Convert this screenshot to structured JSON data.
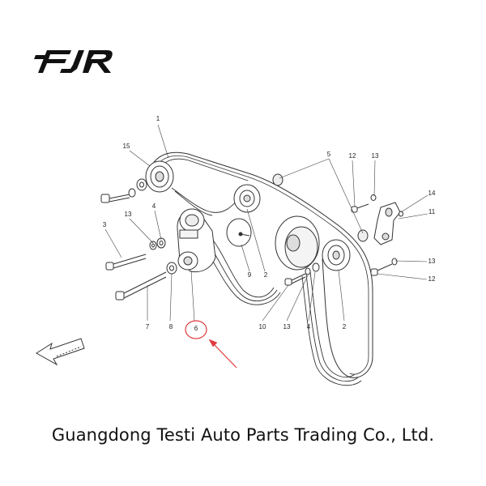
{
  "brand": {
    "logo_text": "FJR"
  },
  "diagram": {
    "callouts": [
      {
        "id": "c1",
        "label": "1"
      },
      {
        "id": "c15",
        "label": "15"
      },
      {
        "id": "c5",
        "label": "5"
      },
      {
        "id": "c12a",
        "label": "12"
      },
      {
        "id": "c13a",
        "label": "13"
      },
      {
        "id": "c14",
        "label": "14"
      },
      {
        "id": "c11",
        "label": "11"
      },
      {
        "id": "c4a",
        "label": "4"
      },
      {
        "id": "c13b",
        "label": "13"
      },
      {
        "id": "c3",
        "label": "3"
      },
      {
        "id": "c9",
        "label": "9"
      },
      {
        "id": "c2a",
        "label": "2"
      },
      {
        "id": "c13c",
        "label": "13"
      },
      {
        "id": "c12b",
        "label": "12"
      },
      {
        "id": "c7",
        "label": "7"
      },
      {
        "id": "c8",
        "label": "8"
      },
      {
        "id": "c6",
        "label": "6"
      },
      {
        "id": "c10",
        "label": "10"
      },
      {
        "id": "c13d",
        "label": "13"
      },
      {
        "id": "c4b",
        "label": "4"
      },
      {
        "id": "c2b",
        "label": "2"
      }
    ],
    "highlight_color": "#e0393e"
  },
  "footer": {
    "company": "Guangdong Testi Auto Parts Trading Co., Ltd."
  }
}
